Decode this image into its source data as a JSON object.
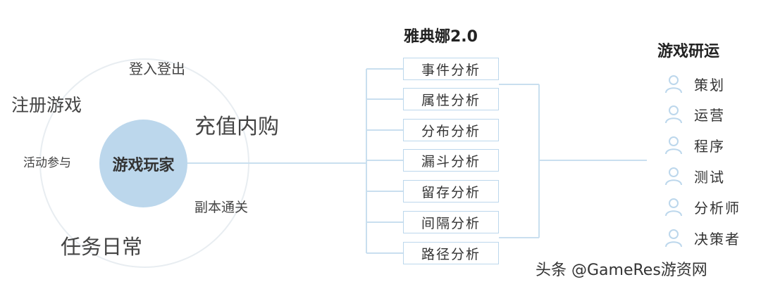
{
  "player": {
    "center_label": "游戏玩家",
    "activities": {
      "login_logout": "登入登出",
      "register_game": "注册游戏",
      "recharge": "充值内购",
      "events": "活动参与",
      "dungeon": "副本通关",
      "daily_tasks": "任务日常"
    }
  },
  "athena": {
    "title": "雅典娜2.0",
    "analyses": [
      "事件分析",
      "属性分析",
      "分布分析",
      "漏斗分析",
      "留存分析",
      "间隔分析",
      "路径分析"
    ]
  },
  "game_rd": {
    "title": "游戏研运",
    "roles": [
      "策划",
      "运营",
      "程序",
      "测试",
      "分析师",
      "决策者"
    ]
  },
  "watermark": "头条 @GameRes游资网",
  "colors": {
    "accent_blue": "#bcd7ec",
    "line_blue": "#c9dfef",
    "ring_gray": "#e8edf1"
  }
}
